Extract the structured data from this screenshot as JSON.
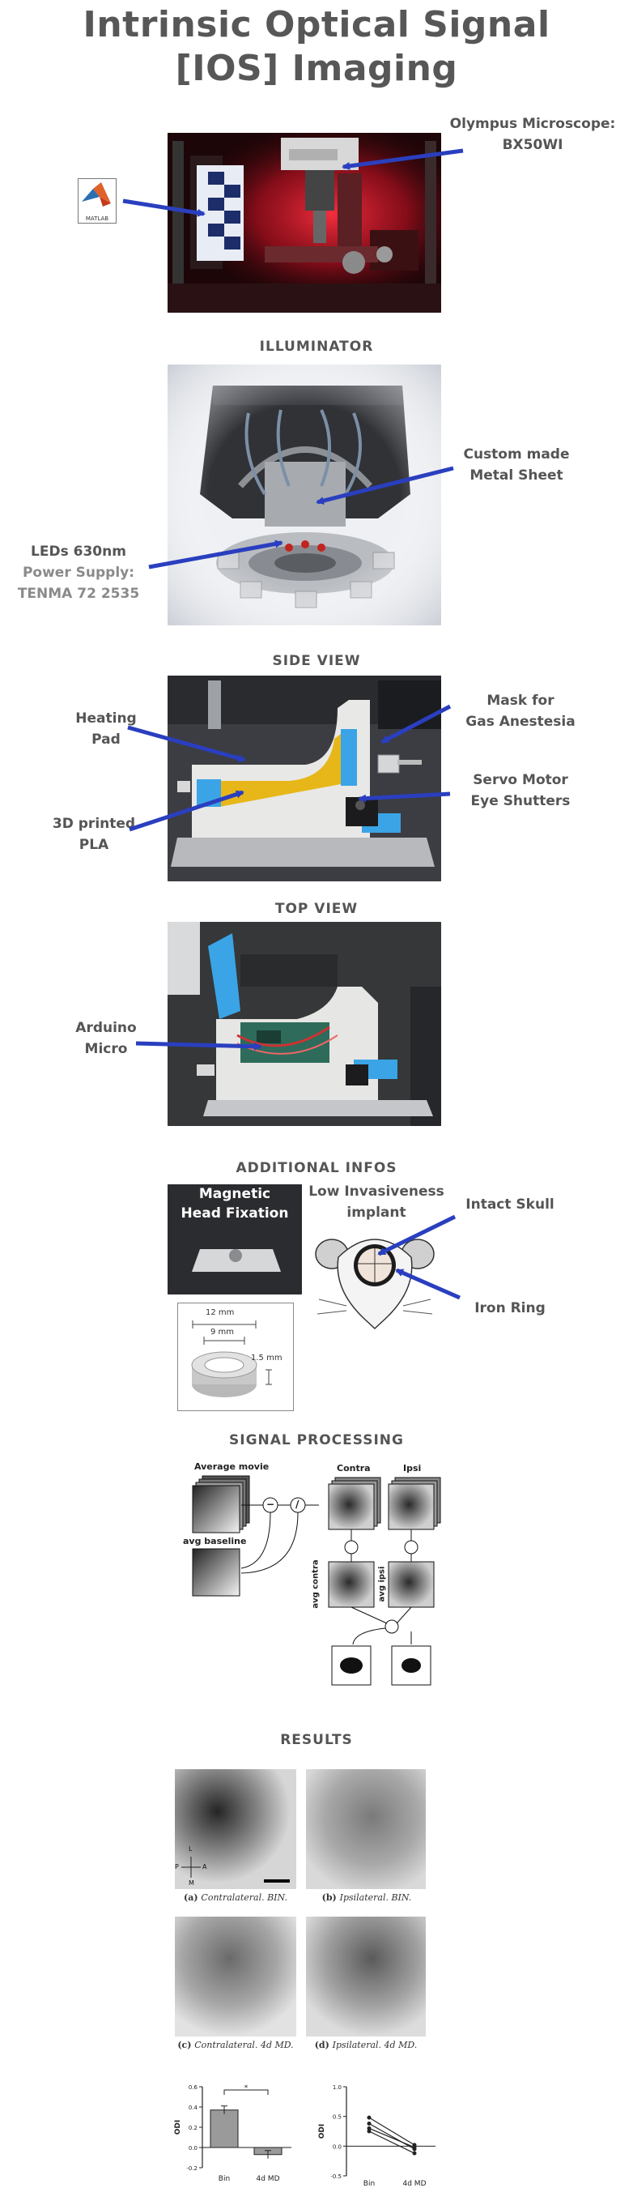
{
  "title": {
    "line1": "Intrinsic Optical Signal",
    "line2": "[IOS] Imaging"
  },
  "setup": {
    "microscope_label_1": "Olympus Microscope:",
    "microscope_label_2": "BX50WI",
    "matlab_logo_text": "MATLAB"
  },
  "illuminator": {
    "heading": "ILLUMINATOR",
    "metal_sheet_1": "Custom made",
    "metal_sheet_2": "Metal Sheet",
    "leds_1": "LEDs 630nm",
    "leds_2": "Power Supply:",
    "leds_3": "TENMA 72 2535"
  },
  "side_view": {
    "heading": "SIDE VIEW",
    "heating_1": "Heating",
    "heating_2": "Pad",
    "pla_1": "3D printed",
    "pla_2": "PLA",
    "mask_1": "Mask for",
    "mask_2": "Gas Anestesia",
    "servo_1": "Servo Motor",
    "servo_2": "Eye Shutters"
  },
  "top_view": {
    "heading": "TOP VIEW",
    "arduino_1": "Arduino",
    "arduino_2": "Micro"
  },
  "additional": {
    "heading": "ADDITIONAL INFOS",
    "magnetic_1": "Magnetic",
    "magnetic_2": "Head Fixation",
    "implant_1": "Low Invasiveness",
    "implant_2": "implant",
    "skull": "Intact Skull",
    "ring": "Iron Ring",
    "dim_12": "12 mm",
    "dim_9": "9 mm",
    "dim_15": "1.5 mm"
  },
  "signal": {
    "heading": "SIGNAL PROCESSING",
    "average_movie": "Average movie",
    "avg_baseline": "avg baseline",
    "contra": "Contra",
    "ipsi": "Ipsi",
    "avg_contra": "avg contra",
    "avg_ipsi": "avg ipsi",
    "minus": "−",
    "divide": "/"
  },
  "results": {
    "heading": "RESULTS",
    "cap_a_1": "(a) ",
    "cap_a_2": "Contralateral. BIN.",
    "cap_b_1": "(b) ",
    "cap_b_2": "Ipsilateral. BIN.",
    "cap_c_1": "(c) ",
    "cap_c_2": "Contralateral. 4d MD.",
    "cap_d_1": "(d) ",
    "cap_d_2": "Ipsilateral. 4d MD.",
    "orient_L": "L",
    "orient_P": "P",
    "orient_A": "A",
    "orient_M": "M"
  },
  "chart_data": [
    {
      "type": "bar",
      "categories": [
        "Bin",
        "4d MD"
      ],
      "values": [
        0.37,
        -0.07
      ],
      "errors": [
        0.04,
        0.04
      ],
      "ylabel": "ODI",
      "ylim": [
        -0.2,
        0.6
      ],
      "yticks": [
        "0.6",
        "0.4",
        "0.2",
        "0.0",
        "-0.2"
      ],
      "significance": "*",
      "colors": [
        "#9a9a9a",
        "#9a9a9a"
      ]
    },
    {
      "type": "line",
      "categories": [
        "Bin",
        "4d MD"
      ],
      "series": [
        {
          "values": [
            0.48,
            0.02
          ]
        },
        {
          "values": [
            0.38,
            -0.05
          ]
        },
        {
          "values": [
            0.3,
            -0.02
          ]
        },
        {
          "values": [
            0.25,
            -0.12
          ]
        }
      ],
      "ylabel": "ODI",
      "ylim": [
        -0.5,
        1.0
      ],
      "yticks": [
        "1.0",
        "0.5",
        "0.0",
        "-0.5"
      ]
    }
  ]
}
